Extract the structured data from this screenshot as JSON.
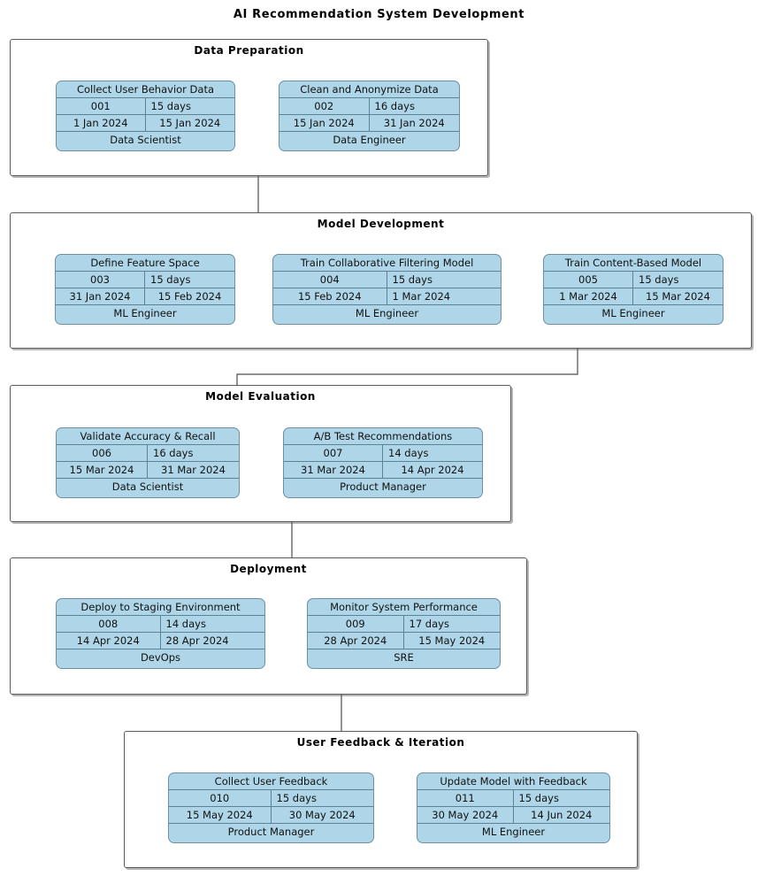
{
  "title": "AI Recommendation System Development",
  "groups": [
    {
      "id": "data-preparation",
      "label": "Data Preparation"
    },
    {
      "id": "model-development",
      "label": "Model Development"
    },
    {
      "id": "model-evaluation",
      "label": "Model Evaluation"
    },
    {
      "id": "deployment",
      "label": "Deployment"
    },
    {
      "id": "user-feedback-iteration",
      "label": "User Feedback & Iteration"
    }
  ],
  "tasks": [
    {
      "id": "001",
      "name": "Collect User Behavior Data",
      "duration": "15 days",
      "start": "1 Jan 2024",
      "end": "15 Jan 2024",
      "owner": "Data Scientist"
    },
    {
      "id": "002",
      "name": "Clean and Anonymize Data",
      "duration": "16 days",
      "start": "15 Jan 2024",
      "end": "31 Jan 2024",
      "owner": "Data Engineer"
    },
    {
      "id": "003",
      "name": "Define Feature Space",
      "duration": "15 days",
      "start": "31 Jan 2024",
      "end": "15 Feb 2024",
      "owner": "ML Engineer"
    },
    {
      "id": "004",
      "name": "Train Collaborative Filtering Model",
      "duration": "15 days",
      "start": "15 Feb 2024",
      "end": "1 Mar 2024",
      "owner": "ML Engineer"
    },
    {
      "id": "005",
      "name": "Train Content-Based Model",
      "duration": "15 days",
      "start": "1 Mar 2024",
      "end": "15 Mar 2024",
      "owner": "ML Engineer"
    },
    {
      "id": "006",
      "name": "Validate Accuracy & Recall",
      "duration": "16 days",
      "start": "15 Mar 2024",
      "end": "31 Mar 2024",
      "owner": "Data Scientist"
    },
    {
      "id": "007",
      "name": "A/B Test Recommendations",
      "duration": "14 days",
      "start": "31 Mar 2024",
      "end": "14 Apr 2024",
      "owner": "Product Manager"
    },
    {
      "id": "008",
      "name": "Deploy to Staging Environment",
      "duration": "14 days",
      "start": "14 Apr 2024",
      "end": "28 Apr 2024",
      "owner": "DevOps"
    },
    {
      "id": "009",
      "name": "Monitor System Performance",
      "duration": "17 days",
      "start": "28 Apr 2024",
      "end": "15 May 2024",
      "owner": "SRE"
    },
    {
      "id": "010",
      "name": "Collect User Feedback",
      "duration": "15 days",
      "start": "15 May 2024",
      "end": "30 May 2024",
      "owner": "Product Manager"
    },
    {
      "id": "011",
      "name": "Update Model with Feedback",
      "duration": "15 days",
      "start": "30 May 2024",
      "end": "14 Jun 2024",
      "owner": "ML Engineer"
    }
  ],
  "colors": {
    "task_fill": "#aed6e8",
    "task_border": "#6b8fa3",
    "group_border": "#5a5a5a",
    "connector": "#4d4d4d",
    "text": "#111111",
    "background": "#ffffff"
  }
}
